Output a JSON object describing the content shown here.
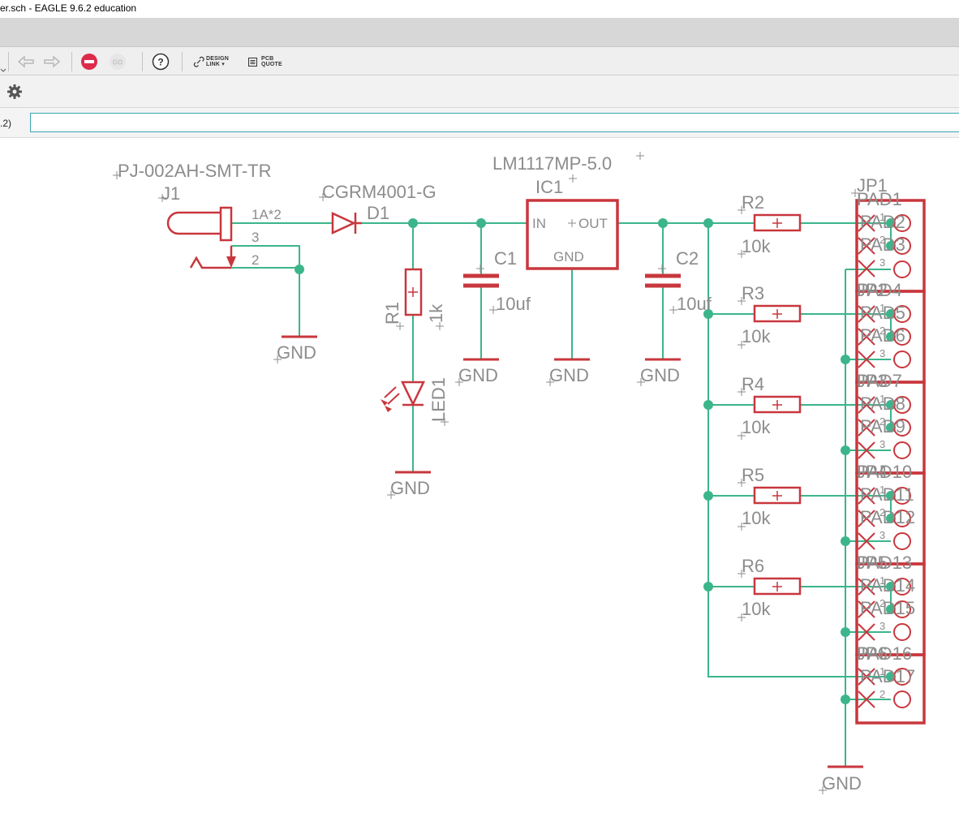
{
  "window": {
    "title": "er.sch - EAGLE 9.6.2 education"
  },
  "toolbar": {
    "design_link_label_1": "DESIGN",
    "design_link_label_2": "LINK",
    "pcb_quote_label_1": "PCB",
    "pcb_quote_label_2": "QUOTE",
    "help_label": "?",
    "go_label": "GO"
  },
  "command": {
    "coordinate": ".2)",
    "value": ""
  },
  "colors": {
    "net": "#3cb58a",
    "part": "#c8373d",
    "label": "#8c8c8c"
  },
  "schematic": {
    "j1": {
      "value": "PJ-002AH-SMT-TR",
      "name": "J1",
      "pins": [
        "1A*2",
        "3",
        "2"
      ]
    },
    "d1": {
      "value": "CGRM4001-G",
      "name": "D1"
    },
    "ic1": {
      "value": "LM1117MP-5.0",
      "name": "IC1",
      "pin_in": "IN",
      "pin_out": "OUT",
      "pin_gnd": "GND"
    },
    "c1": {
      "name": "C1",
      "value": "10uf"
    },
    "c2": {
      "name": "C2",
      "value": "10uf"
    },
    "r1": {
      "name": "R1",
      "value": "1k"
    },
    "led1": {
      "name": "LED1"
    },
    "resistors": [
      {
        "name": "R2",
        "value": "10k"
      },
      {
        "name": "R3",
        "value": "10k"
      },
      {
        "name": "R4",
        "value": "10k"
      },
      {
        "name": "R5",
        "value": "10k"
      },
      {
        "name": "R6",
        "value": "10k"
      }
    ],
    "gnd_label": "GND",
    "jp_top": "JP1",
    "jp_labels": [
      "JP2",
      "JP3",
      "JP4",
      "JP5",
      "JP6"
    ],
    "pads": [
      "PAD1",
      "PAD2",
      "PAD3",
      "PAD4",
      "PAD5",
      "PAD6",
      "PAD7",
      "PAD8",
      "PAD9",
      "PAD10",
      "PAD11",
      "PAD12",
      "PAD13",
      "PAD14",
      "PAD15",
      "PAD16",
      "PAD17"
    ],
    "jp_pin_nums": [
      "1",
      "2",
      "3"
    ]
  }
}
